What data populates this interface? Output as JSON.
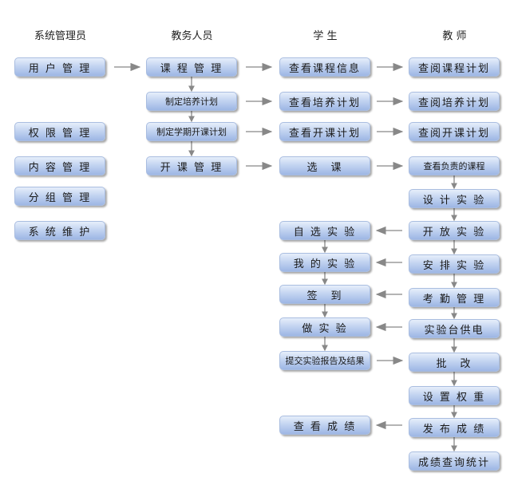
{
  "headers": [
    "系统管理员",
    "教务人员",
    "学 生",
    "教 师"
  ],
  "admin": [
    "用 户 管 理",
    "权 限 管 理",
    "内 容 管 理",
    "分 组 管 理",
    "系 统 维 护"
  ],
  "office": [
    "课 程 管 理",
    "制定培养计划",
    "制定学期开课计划",
    "开 课 管 理"
  ],
  "student": [
    "查看课程信息",
    "查看培养计划",
    "查看开课计划",
    "选　课",
    "自 选 实 验",
    "我 的 实 验",
    "签　到",
    "做 实 验",
    "提交实验报告及结果",
    "查 看 成 绩"
  ],
  "teacher": [
    "查阅课程计划",
    "查阅培养计划",
    "查阅开课计划",
    "查看负责的课程",
    "设 计 实 验",
    "开 放 实 验",
    "安 排 实 验",
    "考 勤 管 理",
    "实验台供电",
    "批　改",
    "设 置 权 重",
    "发 布 成 绩",
    "成绩查询统计"
  ]
}
